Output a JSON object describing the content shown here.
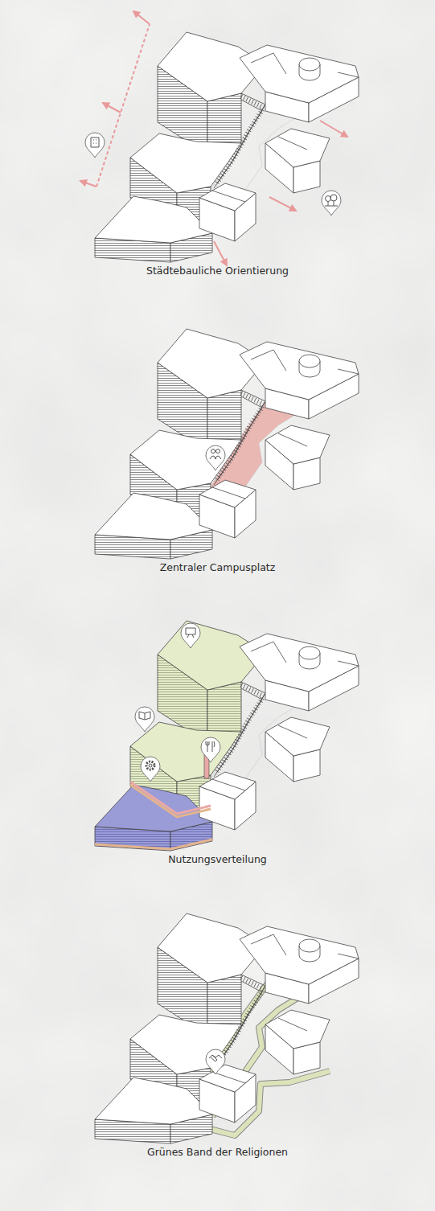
{
  "diagram": {
    "labels": [
      "Städtebauliche Orientierung",
      "Zentraler Campusplatz",
      "Nutzungsverteilung",
      "Grünes Band der Religionen"
    ]
  }
}
